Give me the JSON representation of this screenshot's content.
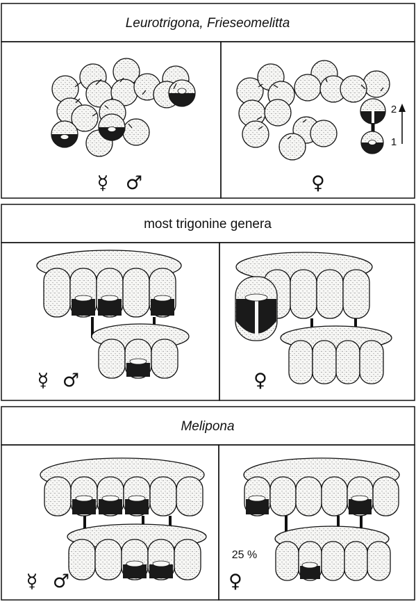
{
  "sections": [
    {
      "title": "Leurotrigona, Frieseomelitta",
      "title_style": "italic",
      "left": {
        "symbols": [
          "☿",
          "♂"
        ]
      },
      "right": {
        "symbols": [
          "♀"
        ],
        "step_labels": [
          "2",
          "1"
        ]
      }
    },
    {
      "title": "most trigonine genera",
      "title_style": "normal",
      "left": {
        "symbols": [
          "☿",
          "♂"
        ]
      },
      "right": {
        "symbols": [
          "♀"
        ]
      }
    },
    {
      "title": "Melipona",
      "title_style": "italic",
      "left": {
        "symbols": [
          "☿",
          "♂"
        ]
      },
      "right": {
        "symbols": [
          "♀"
        ],
        "percentage": "25 %"
      }
    }
  ],
  "colors": {
    "ink": "#111111",
    "cell_fill": "#f7f7f5",
    "stipple": "#6f6f6f",
    "brood": "#1a1a1a",
    "background": "#ffffff"
  }
}
